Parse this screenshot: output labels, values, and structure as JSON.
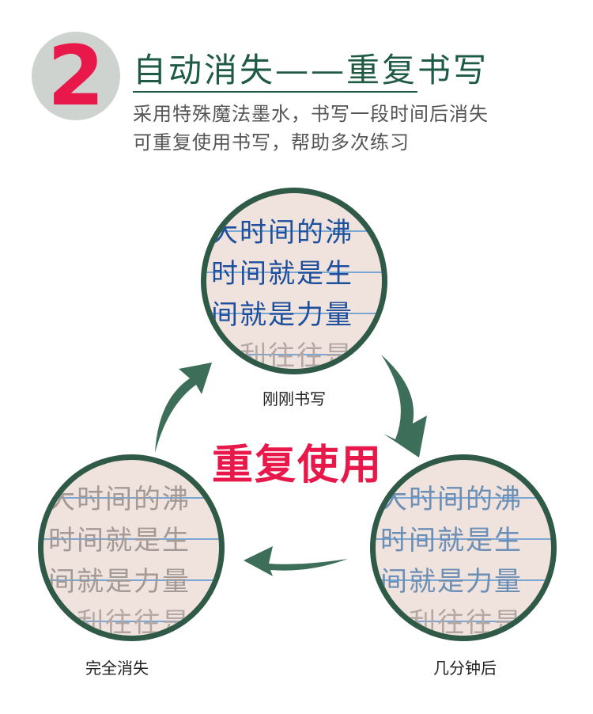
{
  "badge": {
    "number": "2"
  },
  "header": {
    "title": "自动消失——重复书写",
    "desc_line1": "采用特殊魔法墨水，书写一段时间后消失",
    "desc_line2": "可重复使用书写，帮助多次练习"
  },
  "circles": {
    "lines": [
      "大时间的沸",
      "时间就是生",
      "间就是力量",
      "胜利往往是"
    ]
  },
  "captions": {
    "just_written": "刚刚书写",
    "after_minutes": "几分钟后",
    "disappeared": "完全消失"
  },
  "center": {
    "label": "重复使用"
  },
  "colors": {
    "accent_red": "#e8194a",
    "dark_green": "#2f5a47",
    "ink_blue": "#1d4f9c"
  }
}
